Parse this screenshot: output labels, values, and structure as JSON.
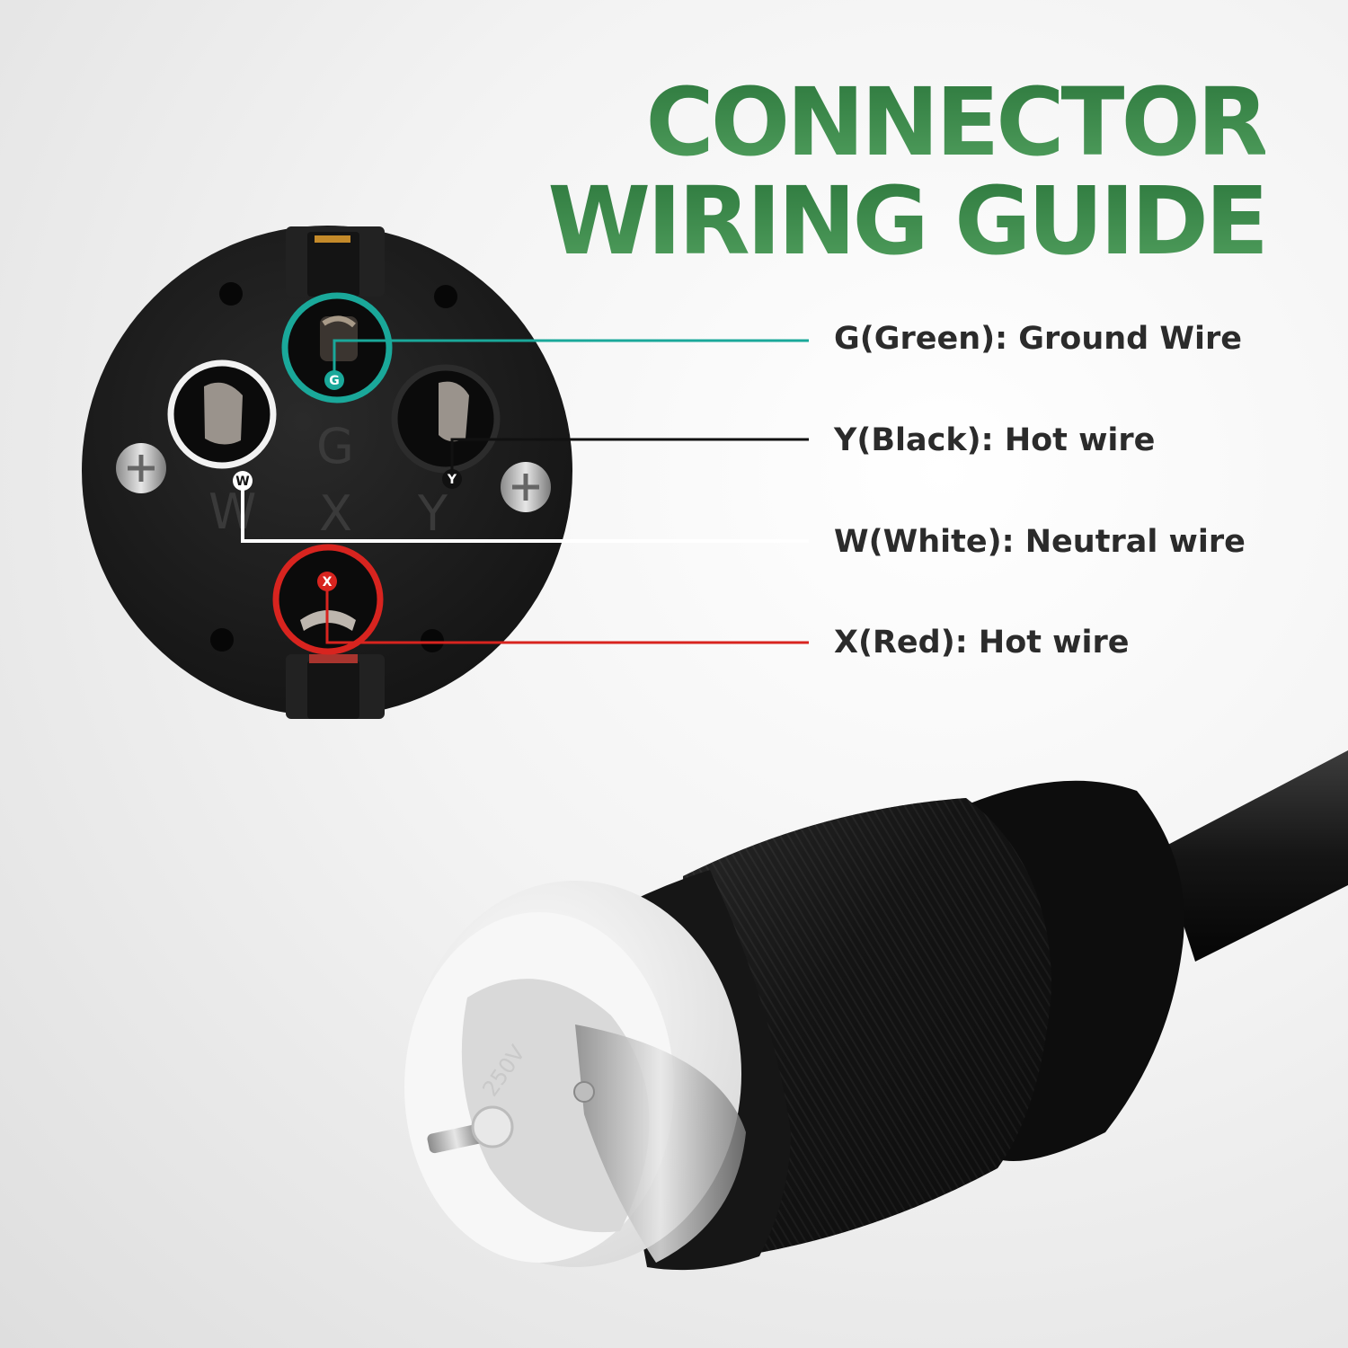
{
  "title": {
    "line1": "CONNECTOR",
    "line2": "WIRING GUIDE"
  },
  "legend": [
    {
      "id": "g",
      "text": "G(Green): Ground Wire",
      "marker": "G",
      "color": "#1aa89a"
    },
    {
      "id": "y",
      "text": "Y(Black): Hot wire",
      "marker": "Y",
      "color": "#111111"
    },
    {
      "id": "w",
      "text": "W(White): Neutral wire",
      "marker": "W",
      "color": "#ffffff"
    },
    {
      "id": "x",
      "text": "X(Red): Hot wire",
      "marker": "X",
      "color": "#d8241f"
    }
  ],
  "plug": {
    "rating_text": "250V"
  },
  "colors": {
    "title_green": "#3d8a4b",
    "connector_body": "#1c1c1c",
    "plug_face": "#f2f2f2"
  }
}
